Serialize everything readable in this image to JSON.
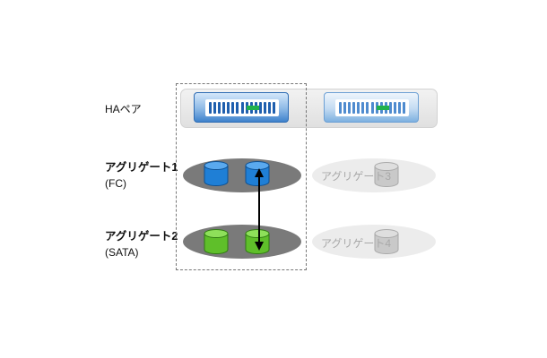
{
  "labels": {
    "ha_pair": "HAペア",
    "aggr1_title": "アグリゲート1",
    "aggr1_sub": "(FC)",
    "aggr2_title": "アグリゲート2",
    "aggr2_sub": "(SATA)",
    "aggr3": "アグリゲート3",
    "aggr4": "アグリゲート4"
  },
  "colors": {
    "fc_disk": "#1f7fd6",
    "sata_disk": "#5fbf2a",
    "inactive_disk": "#bdbdbd",
    "shelf_active": "#7a7a7a",
    "shelf_inactive": "#ececec",
    "controller_blue": "#3f82cc",
    "status_led": "#22b14c"
  },
  "icons": {
    "controller": "storage-controller-icon",
    "disk": "disk-cylinder-icon",
    "arrow": "bidirectional-arrow"
  }
}
